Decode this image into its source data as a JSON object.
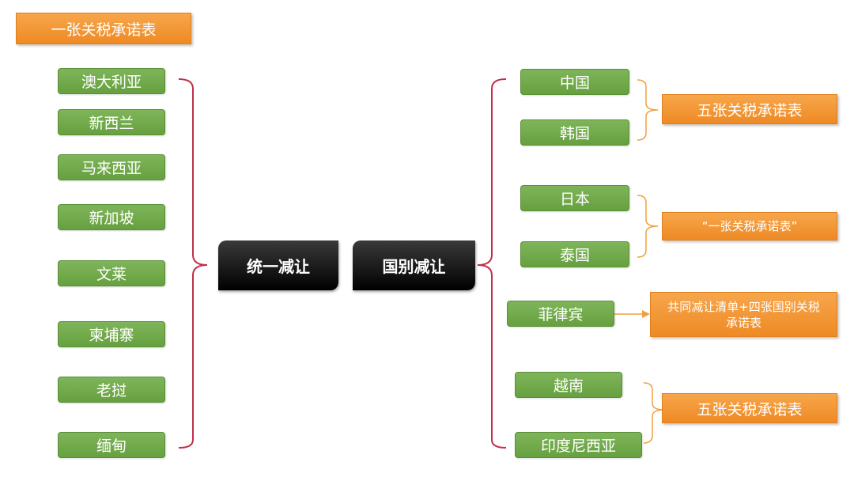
{
  "title_box": "一张关税承诺表",
  "left_countries": [
    "澳大利亚",
    "新西兰",
    "马来西亚",
    "新加坡",
    "文莱",
    "柬埔寨",
    "老挝",
    "缅甸"
  ],
  "center": {
    "left_label": "统一减让",
    "right_label": "国别减让"
  },
  "right_countries": [
    "中国",
    "韩国",
    "日本",
    "泰国",
    "菲律宾",
    "越南",
    "印度尼西亚"
  ],
  "outcomes": [
    "五张关税承诺表",
    "“一张关税承诺表”",
    "共同减让清单+四张国别关税承诺表",
    "五张关税承诺表"
  ],
  "colors": {
    "green": "#6ea646",
    "orange": "#f29436",
    "bracket_crimson": "#c0304a",
    "bracket_orange": "#f0a040",
    "black": "#000000"
  }
}
